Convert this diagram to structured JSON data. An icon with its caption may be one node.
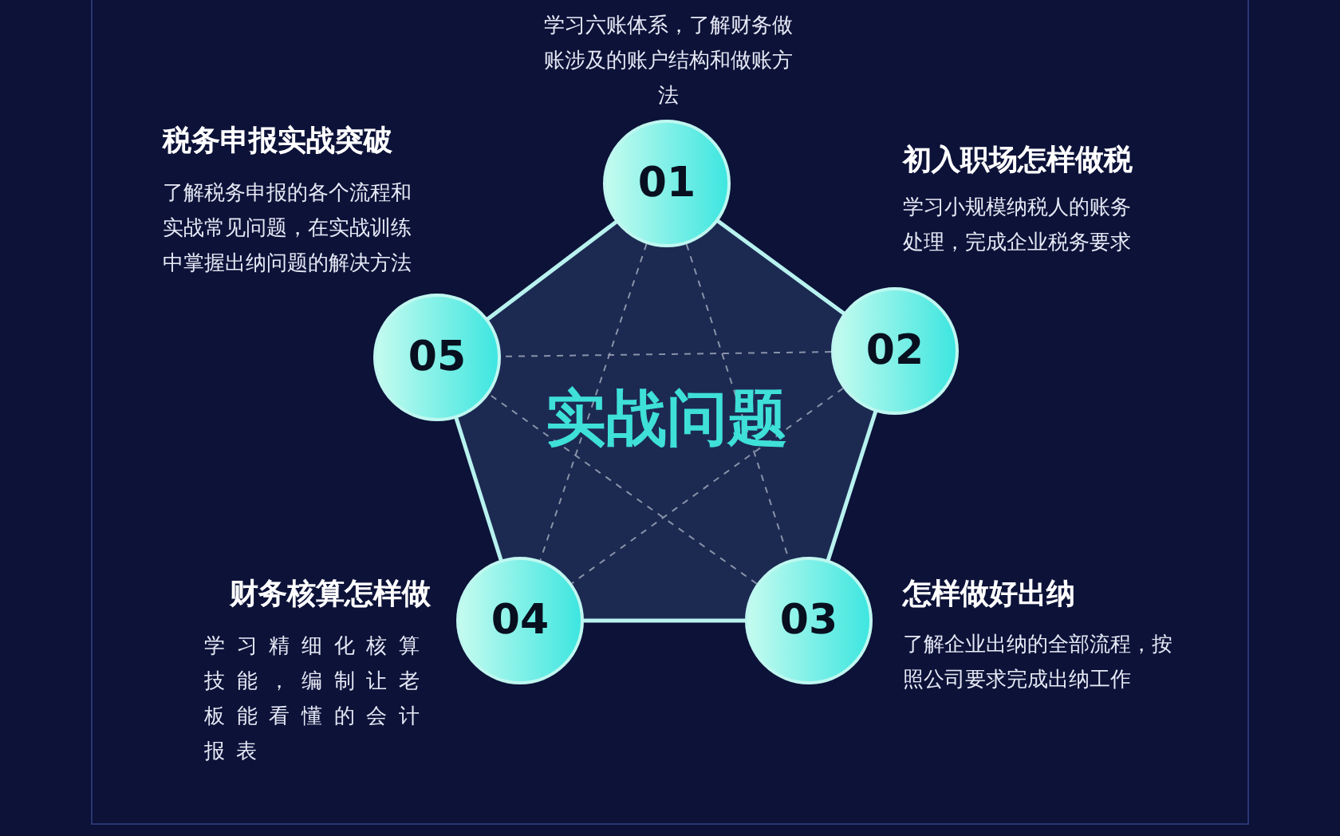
{
  "diagram": {
    "nodes": [
      {
        "text": [
          "01"
        ],
        "beside": [
          "学习六账体系，了解财务做账涉及的账户结构和做账方法"
        ]
      },
      {
        "text": [
          "02"
        ],
        "beside": [
          "初入职场怎样做税",
          "学习小规模纳税人的账务处理，完成企业税务要求"
        ]
      },
      {
        "text": [
          "03"
        ],
        "beside": [
          "怎样做好出纳",
          "了解企业出纳的全部流程，按照公司要求完成出纳工作"
        ]
      },
      {
        "text": [
          "04"
        ],
        "beside": [
          "财务核算怎样做",
          "学习精细化核算技能，编制让老板能看懂的会计报表"
        ]
      },
      {
        "text": [
          "05"
        ],
        "beside": [
          "税务申报实战突破",
          "了解税务申报的各个流程和实战常见问题，在实战训练中掌握出纳问题的解决方法"
        ]
      }
    ],
    "edges": [
      {
        "from": 0,
        "to": 3,
        "arrow": "none",
        "style": "dashed"
      },
      {
        "from": 0,
        "to": 2,
        "arrow": "none",
        "style": "dashed"
      },
      {
        "from": 1,
        "to": 4,
        "arrow": "none",
        "style": "dashed"
      },
      {
        "from": 1,
        "to": 3,
        "arrow": "none",
        "style": "dashed"
      },
      {
        "from": 2,
        "to": 4,
        "arrow": "none",
        "style": "dashed"
      }
    ],
    "labels": [
      "实战问题"
    ]
  }
}
